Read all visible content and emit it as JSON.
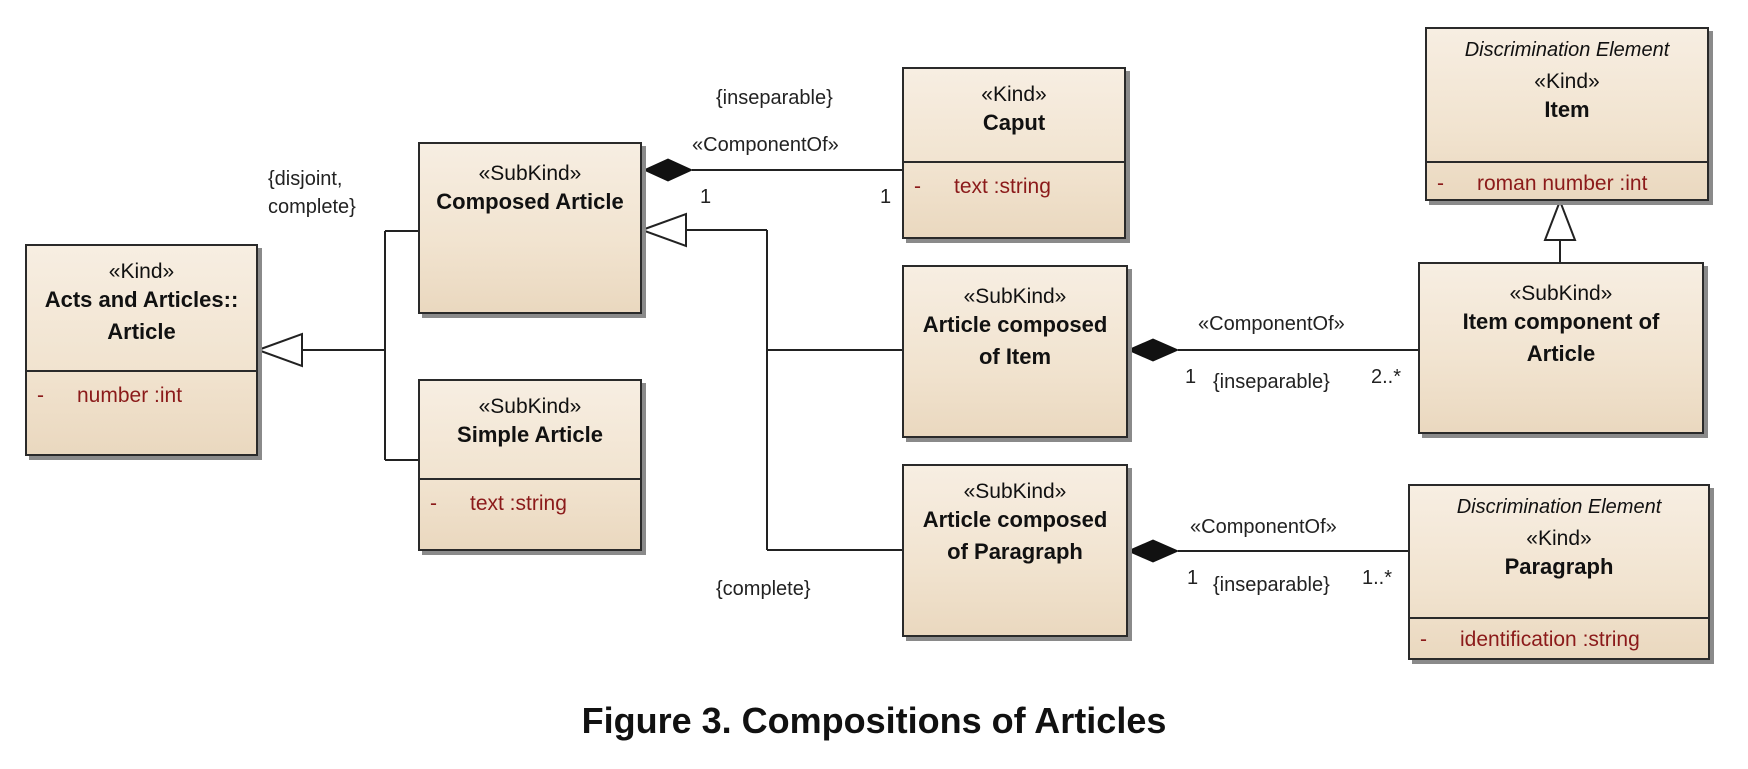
{
  "classes": {
    "article": {
      "stereotype": "«Kind»",
      "name_line1": "Acts and Articles::",
      "name_line2": "Article",
      "attr_visibility": "-",
      "attr_text": "number  :int"
    },
    "composed_article": {
      "stereotype": "«SubKind»",
      "name": "Composed Article"
    },
    "simple_article": {
      "stereotype": "«SubKind»",
      "name": "Simple Article",
      "attr_visibility": "-",
      "attr_text": "text  :string"
    },
    "caput": {
      "stereotype": "«Kind»",
      "name": "Caput",
      "attr_visibility": "-",
      "attr_text": "text  :string"
    },
    "article_item": {
      "stereotype": "«SubKind»",
      "name_line1": "Article composed",
      "name_line2": "of Item"
    },
    "article_paragraph": {
      "stereotype": "«SubKind»",
      "name_line1": "Article composed",
      "name_line2": "of Paragraph"
    },
    "item": {
      "italic": "Discrimination Element",
      "stereotype": "«Kind»",
      "name": "Item",
      "attr_visibility": "-",
      "attr_text": "roman number  :int"
    },
    "item_component": {
      "stereotype": "«SubKind»",
      "name_line1": "Item component of",
      "name_line2": "Article"
    },
    "paragraph": {
      "italic": "Discrimination Element",
      "stereotype": "«Kind»",
      "name": "Paragraph",
      "attr_visibility": "-",
      "attr_text": "identification  :string"
    }
  },
  "labels": {
    "disjoint_line1": "{disjoint,",
    "disjoint_line2": "complete}",
    "inseparable_top": "{inseparable}",
    "componentof_top": "«ComponentOf»",
    "mult_composed": "1",
    "mult_caput": "1",
    "componentof_item": "«ComponentOf»",
    "mult_item_whole": "1",
    "inseparable_item": "{inseparable}",
    "mult_item_part": "2..*",
    "componentof_para": "«ComponentOf»",
    "mult_para_whole": "1",
    "inseparable_para": "{inseparable}",
    "mult_para_part": "1..*",
    "complete": "{complete}"
  },
  "caption": "Figure 3. Compositions of Articles"
}
